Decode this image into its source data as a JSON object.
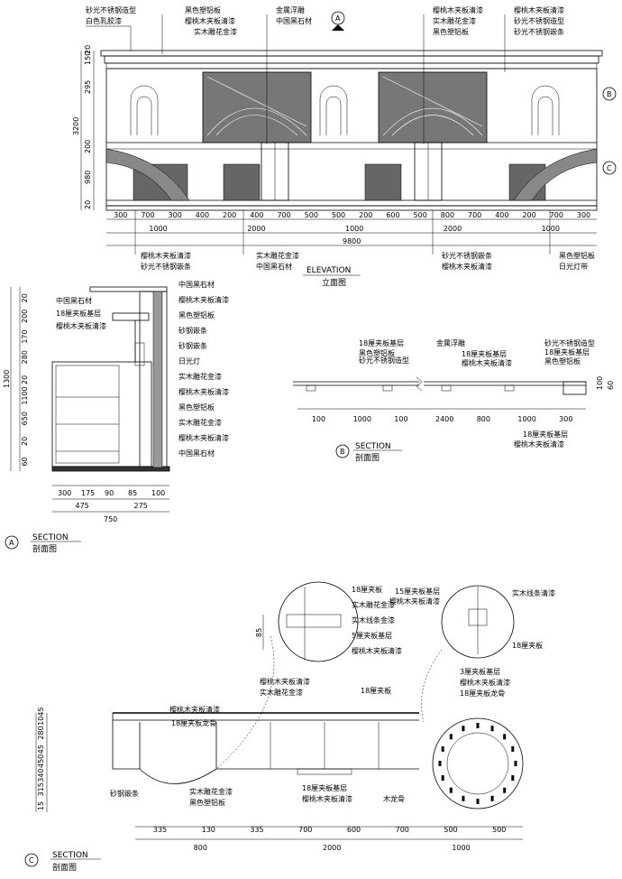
{
  "elevation": {
    "title": "ELEVATION",
    "subtitle": "立面图",
    "labels_top_left": [
      "砂光不锈钢造型",
      "白色乳胶漆"
    ],
    "labels_top_mid1": [
      "黑色塑铝板",
      "樱桃木夹板清漆",
      "实木雕花金漆"
    ],
    "labels_top_mid2": [
      "金属浮雕",
      "中国黑石材"
    ],
    "labels_top_mid3": [
      "樱桃木夹板清漆",
      "实木雕花金漆",
      "黑色塑铝板"
    ],
    "labels_top_right": [
      "樱桃木夹板清漆",
      "砂光不锈钢造型",
      "砂光不锈钢嵌条"
    ],
    "marker_a": "A",
    "marker_b": "B",
    "marker_c": "C",
    "dims_left": [
      "20",
      "150",
      "295",
      "3200",
      "200",
      "980",
      "20"
    ],
    "dims_bottom_row1": [
      "300",
      "700",
      "300",
      "400",
      "200",
      "400",
      "700",
      "500",
      "500",
      "200",
      "600",
      "500",
      "800",
      "700",
      "400",
      "200",
      "700",
      "300"
    ],
    "dims_bottom_row2": [
      "1000",
      "2000",
      "1000",
      "2000",
      "1000"
    ],
    "dims_bottom_total": "9800",
    "labels_bottom": [
      "樱桃木夹板清漆",
      "砂光不锈钢嵌条",
      "实木雕花金漆",
      "中国黑石材",
      "砂光不锈钢嵌条",
      "樱桃木夹板清漆",
      "黑色塑铝板",
      "日光灯带"
    ]
  },
  "section_a": {
    "title": "SECTION",
    "subtitle": "剖面图",
    "marker": "A",
    "labels_left": [
      "中国黑石材",
      "18厘夹板基层",
      "樱桃木夹板清漆"
    ],
    "labels_right": [
      "中国黑石材",
      "樱桃木夹板清漆",
      "黑色塑铝板",
      "砂钢嵌条",
      "砂钢嵌条",
      "日光灯",
      "实木雕花金漆",
      "樱桃木夹板清漆",
      "黑色塑铝板",
      "实木雕花金漆",
      "樱桃木夹板清漆",
      "中国黑石材"
    ],
    "dims_left_outer": [
      "1300"
    ],
    "dims_left_inner": [
      "20",
      "200",
      "170",
      "280",
      "20",
      "1100",
      "650",
      "20",
      "60"
    ],
    "dims_bottom_row1": [
      "300",
      "175",
      "90",
      "85",
      "100"
    ],
    "dims_bottom_row2": [
      "475",
      "275"
    ],
    "dims_bottom_total": "750"
  },
  "section_b": {
    "title": "SECTION",
    "subtitle": "剖面图",
    "marker": "B",
    "labels_top": [
      "18厘夹板基层",
      "黑色塑铝板",
      "砂光不锈钢造型",
      "金属浮雕",
      "18厘夹板基层",
      "樱桃木夹板清漆",
      "砂光不锈钢造型",
      "18厘夹板基层",
      "黑色塑铝板"
    ],
    "labels_bottom": [
      "18厘夹板基层",
      "樱桃木夹板清漆"
    ],
    "dims_bottom": [
      "100",
      "1000",
      "100",
      "2400",
      "800",
      "1000",
      "300"
    ],
    "dims_right": [
      "100",
      "60"
    ]
  },
  "section_c": {
    "title": "SECTION",
    "subtitle": "剖面图",
    "marker": "C",
    "detail1_labels": [
      "18厘夹板",
      "实木雕花金漆",
      "实木线条金漆",
      "5厘夹板基层",
      "樱桃木夹板清漆"
    ],
    "detail1_dim": "85",
    "detail2_labels": [
      "15厘夹板基层",
      "樱桃木夹板清漆",
      "实木线条清漆",
      "18厘夹板"
    ],
    "labels_main": [
      "樱桃木夹板清漆",
      "18厘夹板龙骨",
      "樱桃木夹板清漆",
      "实木雕花金漆",
      "18厘夹板",
      "3厘夹板基层",
      "樱桃木夹板清漆",
      "18厘夹板龙骨",
      "砂钢嵌条",
      "实木雕花金漆",
      "黑色塑铝板",
      "18厘夹板基层",
      "樱桃木夹板清漆",
      "木龙骨"
    ],
    "dims_left": [
      "1045",
      "280",
      "45",
      "450",
      "340",
      "315",
      "15"
    ],
    "dims_bottom_row1": [
      "335",
      "130",
      "335",
      "700",
      "600",
      "700",
      "500",
      "500"
    ],
    "dims_bottom_row2": [
      "800",
      "2000",
      "1000"
    ]
  }
}
